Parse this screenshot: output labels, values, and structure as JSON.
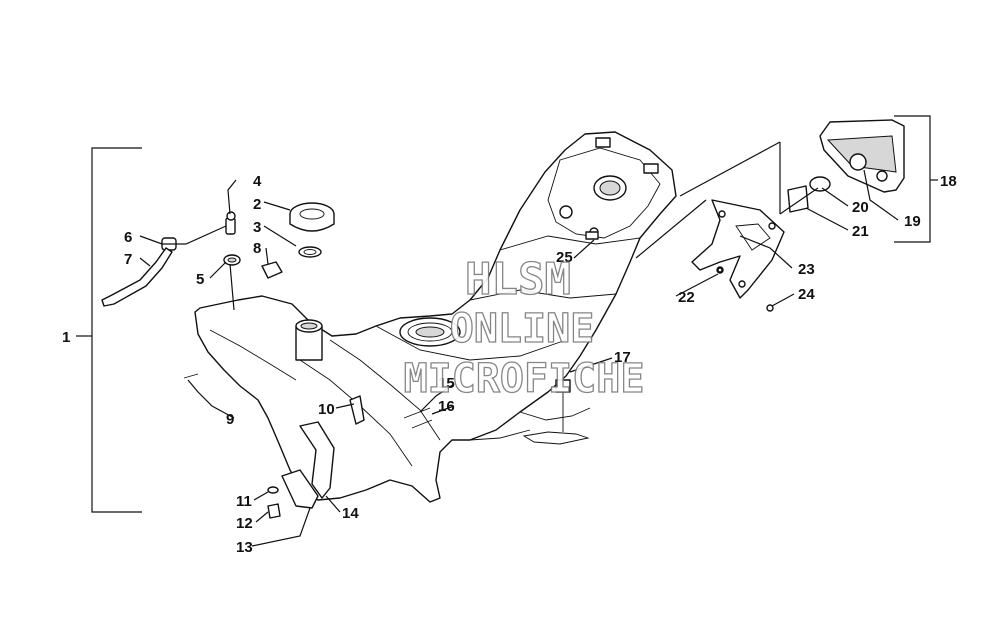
{
  "watermark": {
    "line1": "HLSM",
    "line2": "ONLINE",
    "line3": "MICROFICHE"
  },
  "callouts": [
    {
      "id": "1",
      "text": "1"
    },
    {
      "id": "2",
      "text": "2"
    },
    {
      "id": "3",
      "text": "3"
    },
    {
      "id": "4",
      "text": "4"
    },
    {
      "id": "5",
      "text": "5"
    },
    {
      "id": "6",
      "text": "6"
    },
    {
      "id": "7",
      "text": "7"
    },
    {
      "id": "8",
      "text": "8"
    },
    {
      "id": "9",
      "text": "9"
    },
    {
      "id": "10",
      "text": "10"
    },
    {
      "id": "11",
      "text": "11"
    },
    {
      "id": "12",
      "text": "12"
    },
    {
      "id": "13",
      "text": "13"
    },
    {
      "id": "14",
      "text": "14"
    },
    {
      "id": "15",
      "text": "15"
    },
    {
      "id": "16",
      "text": "16"
    },
    {
      "id": "17",
      "text": "17"
    },
    {
      "id": "18",
      "text": "18"
    },
    {
      "id": "19",
      "text": "19"
    },
    {
      "id": "20",
      "text": "20"
    },
    {
      "id": "21",
      "text": "21"
    },
    {
      "id": "22",
      "text": "22"
    },
    {
      "id": "23",
      "text": "23"
    },
    {
      "id": "24",
      "text": "24"
    },
    {
      "id": "25",
      "text": "25"
    }
  ]
}
